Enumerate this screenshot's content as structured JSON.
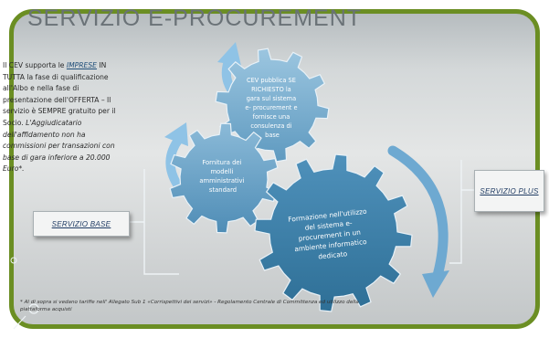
{
  "title": "SERVIZIO E-PROCUREMENT",
  "intro": {
    "line1_a": "Il CEV supporta le ",
    "line1_link": "IMPRESE",
    "line1_b": " IN",
    "line2": "TUTTA la fase di qualificazione",
    "line3": "all'Albo e nella fase di",
    "line4": "presentazione dell'OFFERTA – Il",
    "line5": "servizio è SEMPRE gratuito per il",
    "line6_a": "Socio. ",
    "line6_b": "L'Aggiudicatario",
    "line7": "dell'affidamento non ha",
    "line8": "commissioni per transazioni con",
    "line9": "base di gara inferiore a 20.000",
    "line10": "Euro*."
  },
  "servizio_base": "SERVIZIO BASE",
  "servizio_plus": "SERVIZIO PLUS",
  "gears": {
    "top": [
      "CEV pubblica SE",
      "RICHIESTO la",
      "gara sul sistema",
      "e- procurement e",
      "fornisce una",
      "consulenza di",
      "base"
    ],
    "middle": [
      "Fornitura dei",
      "modelli",
      "amministrativi",
      "standard"
    ],
    "large": [
      "Formazione nell'utilizzo",
      "del sistema e-",
      "procurement in un",
      "ambiente informatico",
      "dedicato"
    ]
  },
  "footnote": {
    "line1": "* Al di sopra si vedano tariffe nell' Allegato Sub 1 «Corrispettivi dei servizi» - Regolamento Centrale di Committenza ed utilizzo della",
    "line2": "piattaforma acquisti"
  },
  "colors": {
    "frame": "#6b8e23",
    "gear_light": "#7fb0cf",
    "gear_dark": "#3d7fa6",
    "arrow": "#8fc3e6",
    "title": "#6a7277"
  }
}
